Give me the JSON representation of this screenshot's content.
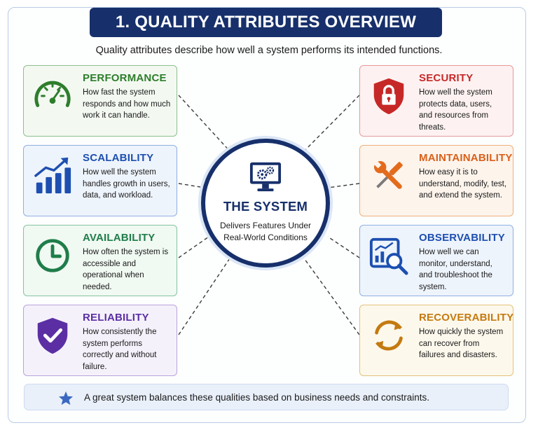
{
  "header": {
    "title": "1. QUALITY ATTRIBUTES OVERVIEW",
    "subtitle": "Quality attributes describe how well a system performs its intended functions."
  },
  "center": {
    "title": "THE SYSTEM",
    "description": "Delivers Features Under Real-World Conditions",
    "icon": "monitor-gears-icon",
    "color": "#17306b"
  },
  "attributes": [
    {
      "title": "PERFORMANCE",
      "description": "How fast the system responds and how much work it can handle.",
      "icon": "speedometer-icon",
      "color": "#2e7d2c"
    },
    {
      "title": "SCALABILITY",
      "description": "How well the system handles growth in users, data, and workload.",
      "icon": "bar-chart-growth-icon",
      "color": "#1d4fb0"
    },
    {
      "title": "AVAILABILITY",
      "description": "How often the system is accessible and operational when needed.",
      "icon": "clock-icon",
      "color": "#1f7d4a"
    },
    {
      "title": "RELIABILITY",
      "description": "How consistently the system performs correctly and without failure.",
      "icon": "shield-check-icon",
      "color": "#5b2fa3"
    },
    {
      "title": "SECURITY",
      "description": "How well the system protects data, users, and resources from threats.",
      "icon": "shield-lock-icon",
      "color": "#c62828"
    },
    {
      "title": "MAINTAINABILITY",
      "description": "How easy it is to understand, modify, test, and extend the system.",
      "icon": "wrench-screwdriver-icon",
      "color": "#d9601a"
    },
    {
      "title": "OBSERVABILITY",
      "description": "How well we can monitor, understand, and troubleshoot the system.",
      "icon": "dashboard-magnifier-icon",
      "color": "#1d4fb0"
    },
    {
      "title": "RECOVERABILITY",
      "description": "How quickly the system can recover from failures and disasters.",
      "icon": "recovery-arrows-icon",
      "color": "#c47a10"
    }
  ],
  "footer": {
    "text": "A great system balances these qualities based on business needs and constraints.",
    "icon": "star-icon"
  }
}
